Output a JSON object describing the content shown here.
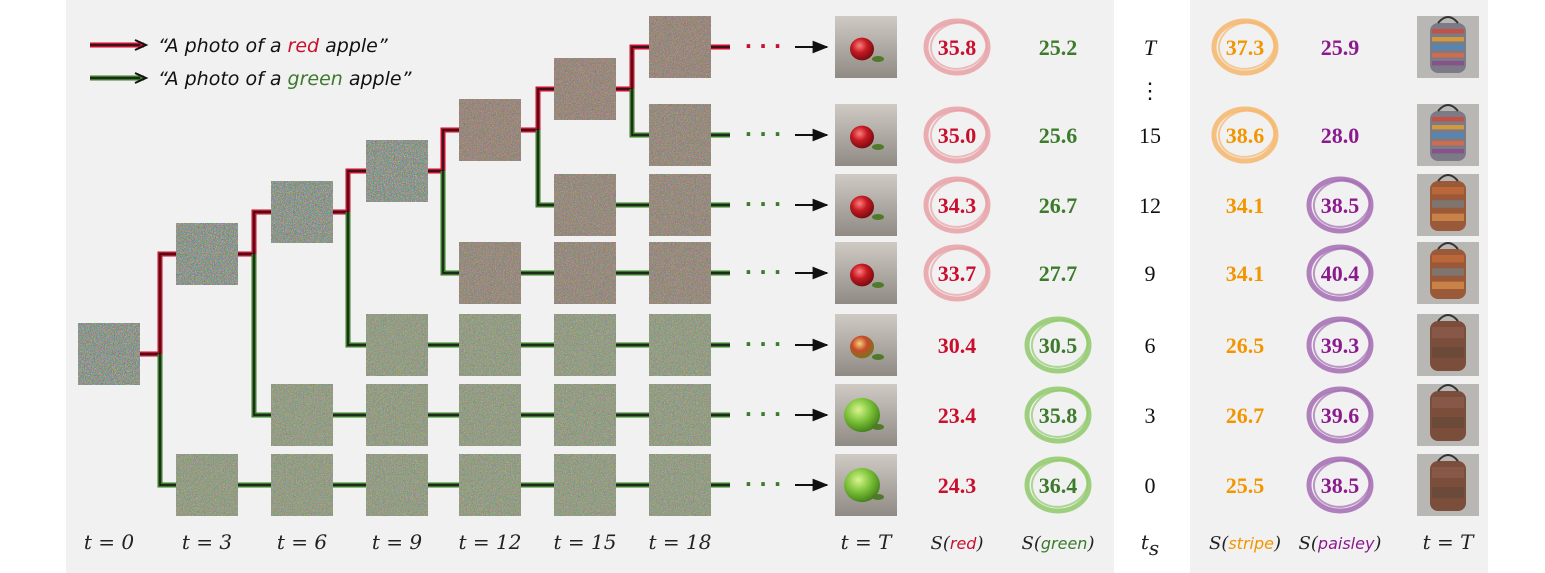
{
  "colors": {
    "red": "#c8102e",
    "green": "#3c7a2c",
    "orange": "#f29600",
    "purple": "#8b1a8f",
    "red_circle": "#e8a0a5",
    "green_circle": "#8fc96a",
    "orange_circle": "#f6b66b",
    "purple_circle": "#a46cb3",
    "panel": "#f1f1f1"
  },
  "legend": {
    "red_prefix": "“A photo of a ",
    "red_word": "red",
    "red_suffix": " apple”",
    "green_prefix": "“A photo of a ",
    "green_word": "green",
    "green_suffix": " apple”"
  },
  "time_labels": [
    "t = 0",
    "t = 3",
    "t = 6",
    "t = 9",
    "t = 12",
    "t = 15",
    "t = 18"
  ],
  "final_label_apple": "t = T",
  "final_label_bag": "t = T",
  "ellipsis": "· · ·",
  "header": {
    "s_red_prefix": "S(",
    "s_red_word": "red",
    "s_red_suffix": ")",
    "s_green_prefix": "S(",
    "s_green_word": "green",
    "s_green_suffix": ")",
    "ts_label": "t",
    "ts_sub": "s",
    "s_stripe_prefix": "S(",
    "s_stripe_word": "stripe",
    "s_stripe_suffix": ")",
    "s_paisley_prefix": "S(",
    "s_paisley_word": "paisley",
    "s_paisley_suffix": ")"
  },
  "ts_vdots": "⋮",
  "rows": [
    {
      "ts": "T",
      "red": "35.8",
      "green": "25.2",
      "stripe": "37.3",
      "paisley": "25.9",
      "apple": "red",
      "circ_apple": "red",
      "circ_bag": "stripe"
    },
    {
      "ts": "15",
      "red": "35.0",
      "green": "25.6",
      "stripe": "38.6",
      "paisley": "28.0",
      "apple": "red",
      "circ_apple": "red",
      "circ_bag": "stripe"
    },
    {
      "ts": "12",
      "red": "34.3",
      "green": "26.7",
      "stripe": "34.1",
      "paisley": "38.5",
      "apple": "red",
      "circ_apple": "red",
      "circ_bag": "paisley"
    },
    {
      "ts": "9",
      "red": "33.7",
      "green": "27.7",
      "stripe": "34.1",
      "paisley": "40.4",
      "apple": "red",
      "circ_apple": "red",
      "circ_bag": "paisley"
    },
    {
      "ts": "6",
      "red": "30.4",
      "green": "30.5",
      "stripe": "26.5",
      "paisley": "39.3",
      "apple": "mixed",
      "circ_apple": "green",
      "circ_bag": "paisley"
    },
    {
      "ts": "3",
      "red": "23.4",
      "green": "35.8",
      "stripe": "26.7",
      "paisley": "39.6",
      "apple": "green",
      "circ_apple": "green",
      "circ_bag": "paisley"
    },
    {
      "ts": "0",
      "red": "24.3",
      "green": "36.4",
      "stripe": "25.5",
      "paisley": "38.5",
      "apple": "green",
      "circ_apple": "green",
      "circ_bag": "paisley"
    }
  ]
}
